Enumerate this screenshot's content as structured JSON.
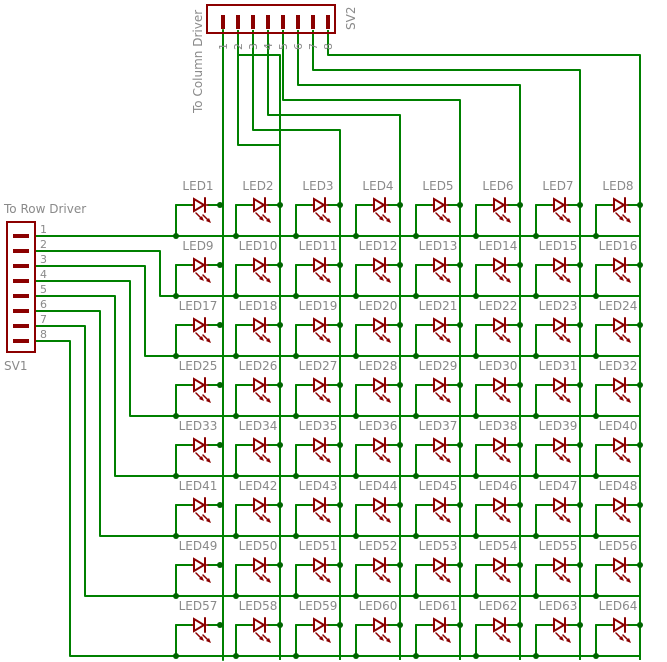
{
  "connectors": {
    "row": {
      "name": "SV1",
      "label": "To Row Driver",
      "pins": [
        "1",
        "2",
        "3",
        "4",
        "5",
        "6",
        "7",
        "8"
      ]
    },
    "column": {
      "name": "SV2",
      "label": "To Column Driver",
      "pins": [
        "1",
        "2",
        "3",
        "4",
        "5",
        "6",
        "7",
        "8"
      ]
    }
  },
  "leds": [
    "LED1",
    "LED2",
    "LED3",
    "LED4",
    "LED5",
    "LED6",
    "LED7",
    "LED8",
    "LED9",
    "LED10",
    "LED11",
    "LED12",
    "LED13",
    "LED14",
    "LED15",
    "LED16",
    "LED17",
    "LED18",
    "LED19",
    "LED20",
    "LED21",
    "LED22",
    "LED23",
    "LED24",
    "LED25",
    "LED26",
    "LED27",
    "LED28",
    "LED29",
    "LED30",
    "LED31",
    "LED32",
    "LED33",
    "LED34",
    "LED35",
    "LED36",
    "LED37",
    "LED38",
    "LED39",
    "LED40",
    "LED41",
    "LED42",
    "LED43",
    "LED44",
    "LED45",
    "LED46",
    "LED47",
    "LED48",
    "LED49",
    "LED50",
    "LED51",
    "LED52",
    "LED53",
    "LED54",
    "LED55",
    "LED56",
    "LED57",
    "LED58",
    "LED59",
    "LED60",
    "LED61",
    "LED62",
    "LED63",
    "LED64"
  ],
  "colors": {
    "wire": "#008000",
    "part": "#8b0000",
    "label": "#8a8a8a",
    "junction": "#006400"
  }
}
